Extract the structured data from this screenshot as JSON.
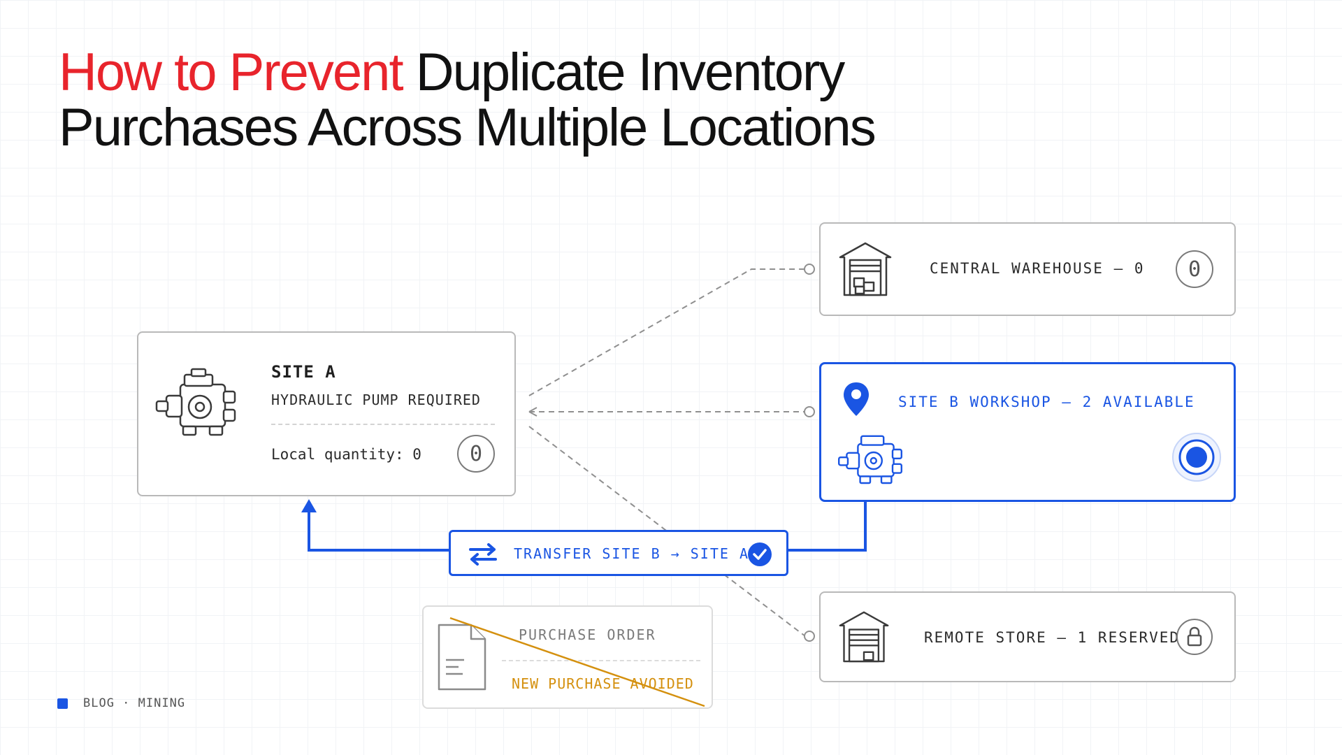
{
  "title": {
    "accent": "How to Prevent",
    "rest": "Duplicate Inventory",
    "line2": "Purchases Across Multiple Locations"
  },
  "site_a": {
    "name": "SITE A",
    "requirement": "HYDRAULIC PUMP REQUIRED",
    "quantity_label": "Local quantity: 0",
    "badge": "0",
    "icon": "hydraulic-pump-icon"
  },
  "central_warehouse": {
    "label": "CENTRAL WAREHOUSE – 0",
    "badge": "0",
    "icon": "warehouse-icon"
  },
  "site_b": {
    "label": "SITE B WORKSHOP – 2 AVAILABLE",
    "icons": [
      "location-pin-icon",
      "hydraulic-pump-icon",
      "selected-radio-icon"
    ]
  },
  "remote_store": {
    "label": "REMOTE STORE – 1 RESERVED",
    "icons": [
      "warehouse-icon",
      "lock-icon"
    ]
  },
  "transfer": {
    "label": "TRANSFER SITE B → SITE A",
    "icons": [
      "swap-arrows-icon",
      "check-circle-icon"
    ]
  },
  "purchase_order": {
    "title": "PURCHASE ORDER",
    "status": "NEW PURCHASE AVOIDED",
    "icon": "document-icon"
  },
  "footer": {
    "text": "BLOG · MINING"
  },
  "colors": {
    "accent_red": "#e8242c",
    "brand_blue": "#1a55e3",
    "avoided_orange": "#d4900e",
    "border_gray": "#b9b9b9"
  }
}
